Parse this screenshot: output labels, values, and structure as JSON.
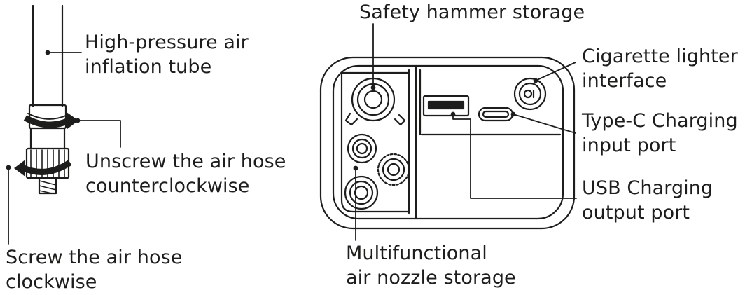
{
  "labels": {
    "tube": [
      "High-pressure air",
      "inflation tube"
    ],
    "unscrew": [
      "Unscrew the air hose",
      "counterclockwise"
    ],
    "screw": [
      "Screw the air hose",
      "clockwise"
    ],
    "hammer": [
      "Safety hammer storage"
    ],
    "cigarette": [
      "Cigarette lighter",
      "interface"
    ],
    "typec": [
      "Type-C Charging",
      "input port"
    ],
    "usb": [
      "USB Charging",
      "output port"
    ],
    "nozzle": [
      "Multifunctional",
      "air nozzle storage"
    ]
  },
  "colors": {
    "ink": "#1d1d1b",
    "background": "#ffffff"
  },
  "icons": [
    "counterclockwise-arrow-icon",
    "clockwise-arrow-icon",
    "usb-a-port-icon",
    "usb-c-port-icon",
    "cigarette-socket-icon"
  ]
}
